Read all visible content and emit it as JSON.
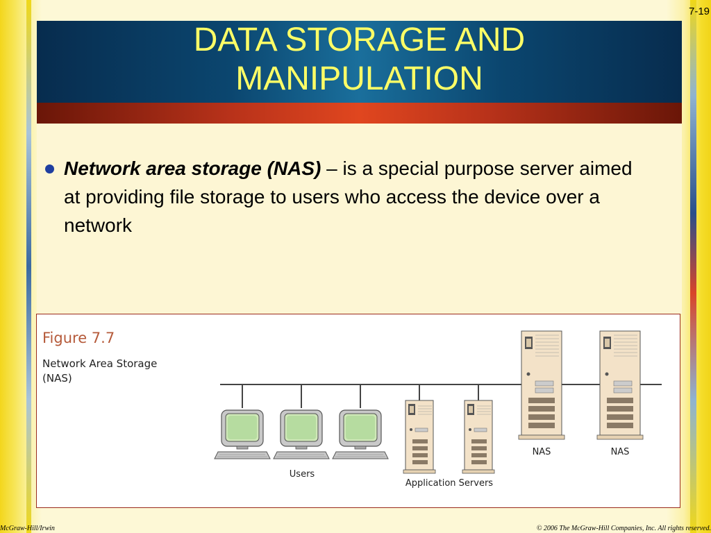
{
  "slide": {
    "number": "7-19",
    "title_line1": "DATA STORAGE AND",
    "title_line2": "MANIPULATION"
  },
  "bullet": {
    "term": "Network area storage (NAS)",
    "definition": " – is a special purpose server aimed at providing file storage to users who access the device over a network"
  },
  "figure": {
    "label": "Figure 7.7",
    "caption_line1": "Network Area Storage",
    "caption_line2": "(NAS)",
    "users_label": "Users",
    "app_servers_label": "Application Servers",
    "nas_label_1": "NAS",
    "nas_label_2": "NAS"
  },
  "footer": {
    "left": "McGraw-Hill/Irwin",
    "right": "© 2006 The McGraw-Hill Companies, Inc. All rights reserved."
  },
  "colors": {
    "title_text": "#ffff66",
    "title_band": "#0b466f",
    "accent_band": "#e0461f",
    "bullet": "#1f3fa0",
    "figure_label": "#b55a3a"
  }
}
